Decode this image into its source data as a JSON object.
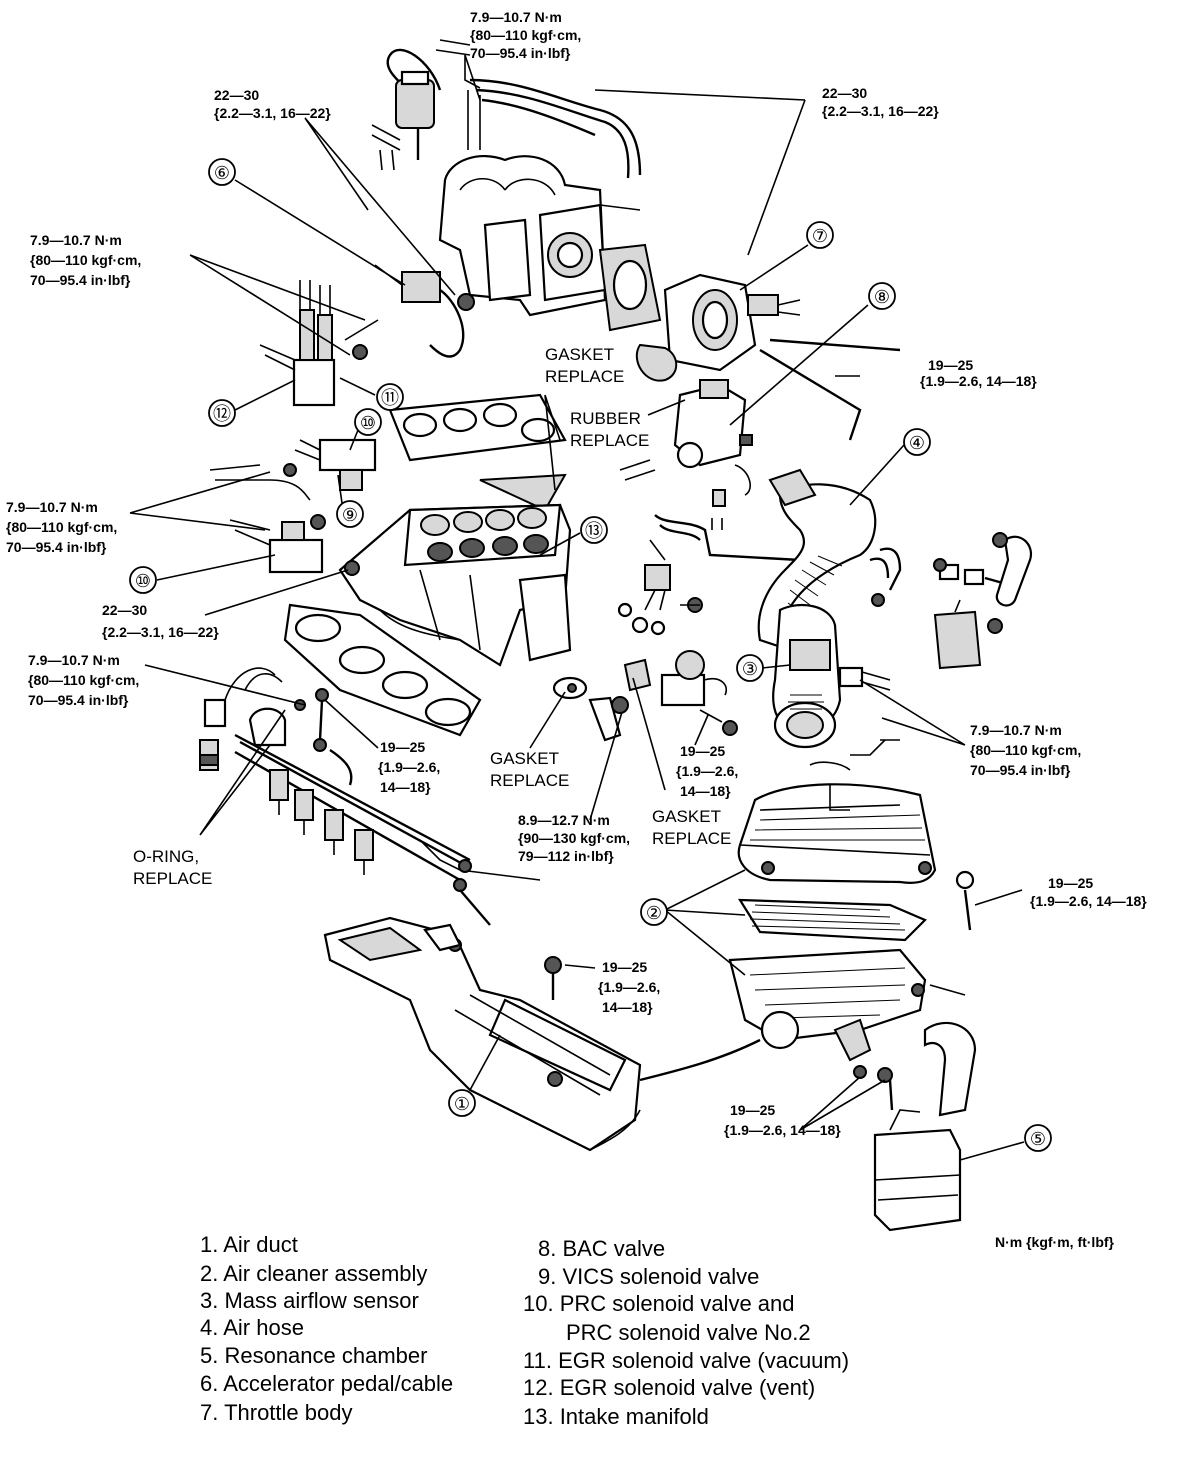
{
  "torque_specs": {
    "top_fuel_line": [
      "7.9—10.7 N·m",
      "{80—110 kgf·cm,",
      "70—95.4 in·lbf}"
    ],
    "upper_left": [
      "22—30",
      "{2.2—3.1, 16—22}"
    ],
    "upper_right": [
      "22—30",
      "{2.2—3.1, 16—22}"
    ],
    "egr_solenoid": [
      "7.9—10.7 N·m",
      "{80—110 kgf·cm,",
      "70—95.4 in·lbf}"
    ],
    "throttle_body": [
      "19—25",
      "{1.9—2.6, 14—18}"
    ],
    "vics_prc_solenoid": [
      "7.9—10.7 N·m",
      "{80—110 kgf·cm,",
      "70—95.4 in·lbf}"
    ],
    "manifold_left": [
      "22—30",
      "{2.2—3.1, 16—22}"
    ],
    "injector": [
      "7.9—10.7 N·m",
      "{80—110 kgf·cm,",
      "70—95.4 in·lbf}"
    ],
    "fuel_rail": [
      "19—25",
      "{1.9—2.6,",
      "14—18}"
    ],
    "manifold_bottom": [
      "8.9—12.7 N·m",
      "{90—130 kgf·cm,",
      "79—112 in·lbf}"
    ],
    "egr_valve": [
      "19—25",
      "{1.9—2.6,",
      "14—18}"
    ],
    "mass_airflow": [
      "7.9—10.7 N·m",
      "{80—110 kgf·cm,",
      "70—95.4 in·lbf}"
    ],
    "air_cleaner_bolt": [
      "19—25",
      "{1.9—2.6, 14—18}"
    ],
    "air_duct": [
      "19—25",
      "{1.9—2.6,",
      "14—18}"
    ],
    "air_cleaner_base": [
      "19—25",
      "{1.9—2.6, 14—18}"
    ]
  },
  "notes": {
    "gasket_upper": [
      "GASKET",
      "REPLACE"
    ],
    "rubber": [
      "RUBBER",
      "REPLACE"
    ],
    "gasket_lower": [
      "GASKET",
      "REPLACE"
    ],
    "gasket_egr": [
      "GASKET",
      "REPLACE"
    ],
    "oring": [
      "O-RING,",
      "REPLACE"
    ]
  },
  "callouts": {
    "c1": "①",
    "c2": "②",
    "c3": "③",
    "c4": "④",
    "c5": "⑤",
    "c6": "⑥",
    "c7": "⑦",
    "c8": "⑧",
    "c9": "⑨",
    "c10a": "⑩",
    "c10b": "⑩",
    "c11": "⑪",
    "c12": "⑫",
    "c13": "⑬"
  },
  "units_note": "N·m {kgf·m, ft·lbf}",
  "legend": {
    "left": [
      "1. Air duct",
      "2. Air cleaner assembly",
      "3. Mass airflow sensor",
      "4. Air hose",
      "5. Resonance chamber",
      "6. Accelerator pedal/cable",
      "7. Throttle body"
    ],
    "right": [
      "8. BAC valve",
      "9. VICS solenoid valve",
      "10. PRC solenoid valve and",
      "PRC solenoid valve No.2",
      "11. EGR solenoid valve (vacuum)",
      "12. EGR solenoid valve (vent)",
      "13. Intake manifold"
    ]
  }
}
